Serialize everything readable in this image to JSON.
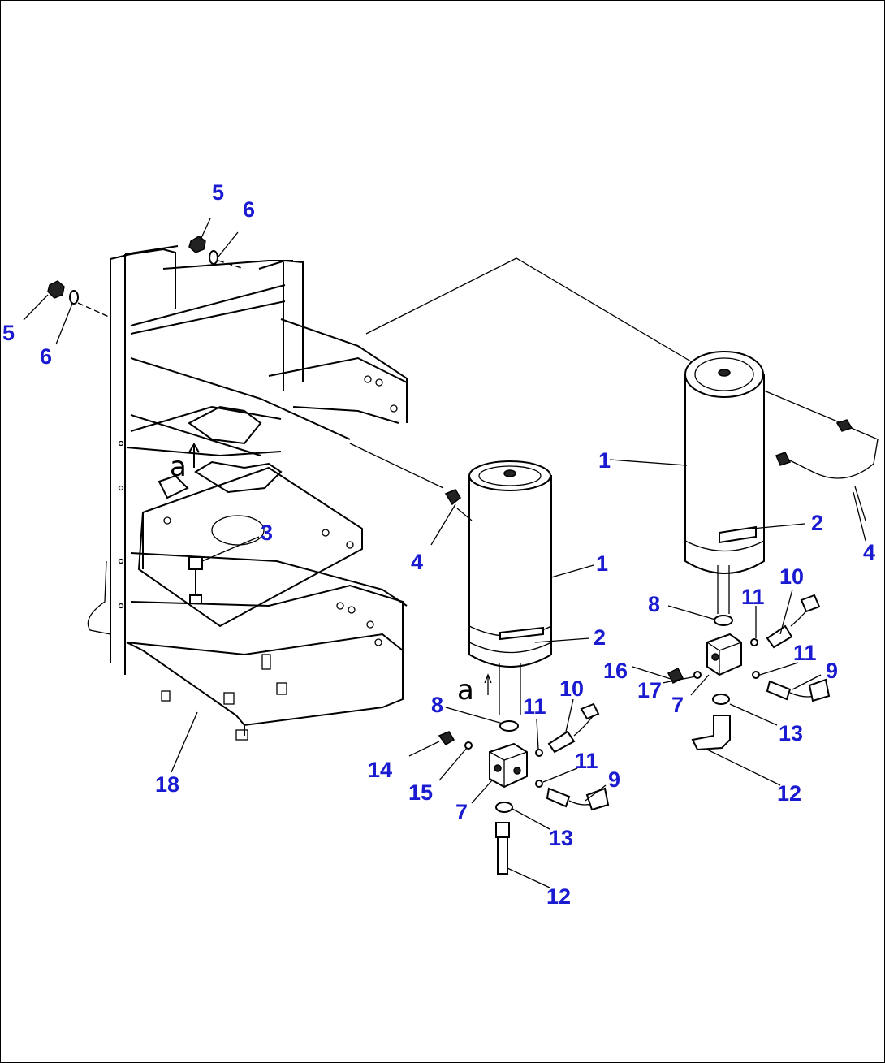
{
  "diagram": {
    "detail_mark": "a",
    "callouts": {
      "c1a": "1",
      "c1b": "1",
      "c2a": "2",
      "c2b": "2",
      "c3": "3",
      "c4a": "4",
      "c4b": "4",
      "c5a": "5",
      "c5b": "5",
      "c6a": "6",
      "c6b": "6",
      "c7a": "7",
      "c7b": "7",
      "c8a": "8",
      "c8b": "8",
      "c9a": "9",
      "c9b": "9",
      "c10a": "10",
      "c10b": "10",
      "c11a": "11",
      "c11b": "11",
      "c11c": "11",
      "c11d": "11",
      "c12a": "12",
      "c12b": "12",
      "c13a": "13",
      "c13b": "13",
      "c14": "14",
      "c15": "15",
      "c16": "16",
      "c17": "17",
      "c18": "18"
    },
    "colors": {
      "callout": "#1a1ad0",
      "line": "#000000",
      "background": "#ffffff"
    }
  }
}
